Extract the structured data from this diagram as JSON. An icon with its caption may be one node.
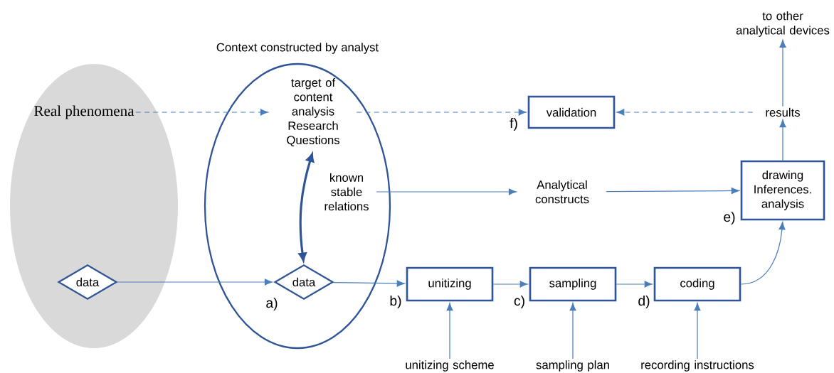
{
  "diagram": {
    "nodes": [
      {
        "text": [
          "Real phenomena"
        ]
      },
      {
        "text": [
          "data"
        ],
        "in": 0
      },
      {
        "text": [
          "Context constructed by analyst"
        ]
      },
      {
        "text": [
          "target of content analysis Research Questions"
        ],
        "in": 2
      },
      {
        "text": [
          "known stable relations"
        ],
        "in": 2
      },
      {
        "text": [
          "data"
        ],
        "in": 2,
        "beside": [
          "a)"
        ]
      },
      {
        "text": [
          "unitizing"
        ],
        "beside": [
          "b)"
        ]
      },
      {
        "text": [
          "sampling"
        ],
        "beside": [
          "c)"
        ]
      },
      {
        "text": [
          "coding"
        ],
        "beside": [
          "d)"
        ]
      },
      {
        "text": [
          "validation"
        ],
        "beside": [
          "f)"
        ]
      },
      {
        "text": [
          "Analytical constructs"
        ]
      },
      {
        "text": [
          "drawing Inferences. analysis"
        ],
        "beside": [
          "e)"
        ]
      },
      {
        "text": [
          "results"
        ]
      },
      {
        "text": [
          "to other analytical devices"
        ]
      },
      {
        "text": [
          "unitizing scheme"
        ]
      },
      {
        "text": [
          "sampling plan"
        ]
      },
      {
        "text": [
          "recording instructions"
        ]
      }
    ],
    "edges": [
      {
        "from": 0,
        "to": 3,
        "arrow": "to",
        "style": "dashed"
      },
      {
        "from": 3,
        "to": 9,
        "arrow": "to",
        "style": "dashed"
      },
      {
        "from": 12,
        "to": 9,
        "arrow": "to",
        "style": "dashed"
      },
      {
        "from": 3,
        "to": 5,
        "arrow": "both",
        "style": "thick",
        "color": "#2f5597"
      },
      {
        "from": 4,
        "to": 10,
        "arrow": "to"
      },
      {
        "from": 10,
        "to": 11,
        "arrow": "to"
      },
      {
        "from": 1,
        "to": 5,
        "arrow": "to"
      },
      {
        "from": 5,
        "to": 6,
        "arrow": "to"
      },
      {
        "from": 6,
        "to": 7,
        "arrow": "to"
      },
      {
        "from": 7,
        "to": 8,
        "arrow": "to"
      },
      {
        "from": 8,
        "to": 11,
        "arrow": "to"
      },
      {
        "from": 11,
        "to": 12,
        "arrow": "to"
      },
      {
        "from": 12,
        "to": 13,
        "arrow": "to"
      },
      {
        "from": 14,
        "to": 6,
        "arrow": "to"
      },
      {
        "from": 15,
        "to": 7,
        "arrow": "to"
      },
      {
        "from": 16,
        "to": 8,
        "arrow": "to"
      }
    ]
  }
}
